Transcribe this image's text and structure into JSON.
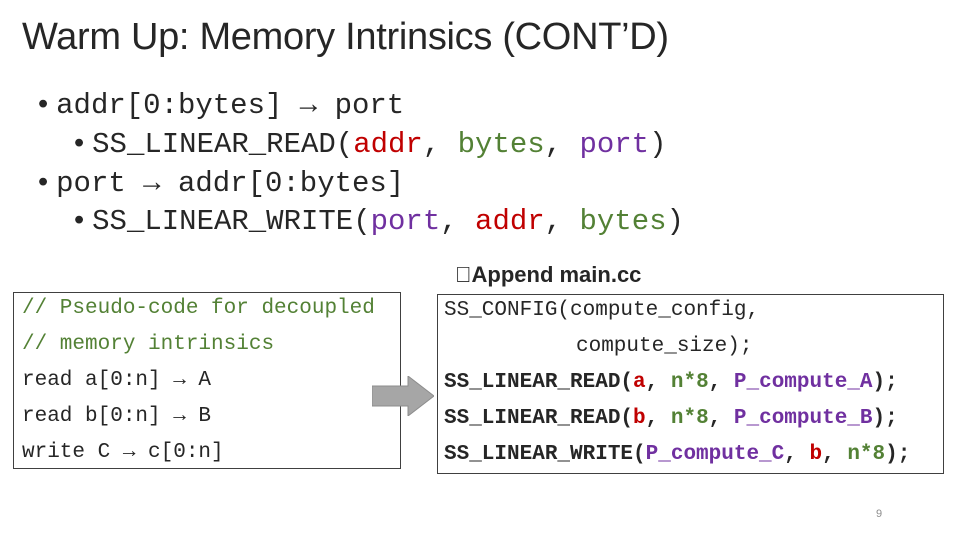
{
  "slide": {
    "title": "Warm Up: Memory Intrinsics (CONT’D)",
    "page_number": "9"
  },
  "bullets": [
    {
      "pre": "addr[0:bytes] → port"
    },
    {
      "fn": "SS_LINEAR_READ(",
      "a1": "addr",
      "s1": ", ",
      "a2": "bytes",
      "s2": ", ",
      "a3": "port",
      "end": ")"
    },
    {
      "pre": "port → addr[0:bytes]"
    },
    {
      "fn": "SS_LINEAR_WRITE(",
      "a1": "port",
      "s1": ", ",
      "a2": "addr",
      "s2": ", ",
      "a3": "bytes",
      "end": ")"
    }
  ],
  "left_code": {
    "lines": [
      "// Pseudo-code for decoupled",
      "// memory intrinsics",
      "read a[0:n] → A",
      "read b[0:n] → B",
      "write C → c[0:n]"
    ]
  },
  "right_code": {
    "title": "\u0000Append main.cc",
    "l1": "SS_CONFIG(compute_config,",
    "l2": "compute_size);",
    "l3": {
      "fn": "SS_LINEAR_READ(",
      "a": "a",
      "s1": ", ",
      "n": "n*8",
      "s2": ", ",
      "p": "P_compute_A",
      "e": ");"
    },
    "l4": {
      "fn": "SS_LINEAR_READ(",
      "a": "b",
      "s1": ", ",
      "n": "n*8",
      "s2": ", ",
      "p": "P_compute_B",
      "e": ");"
    },
    "l5": {
      "fn": "SS_LINEAR_WRITE(",
      "p": "P_compute_C",
      "s1": ", ",
      "a": "b",
      "s2": ", ",
      "n": "n*8",
      "e": ");"
    }
  },
  "colors": {
    "red": "#c00000",
    "green": "#538135",
    "purple": "#7030a0",
    "arrow": "#a6a6a6"
  }
}
